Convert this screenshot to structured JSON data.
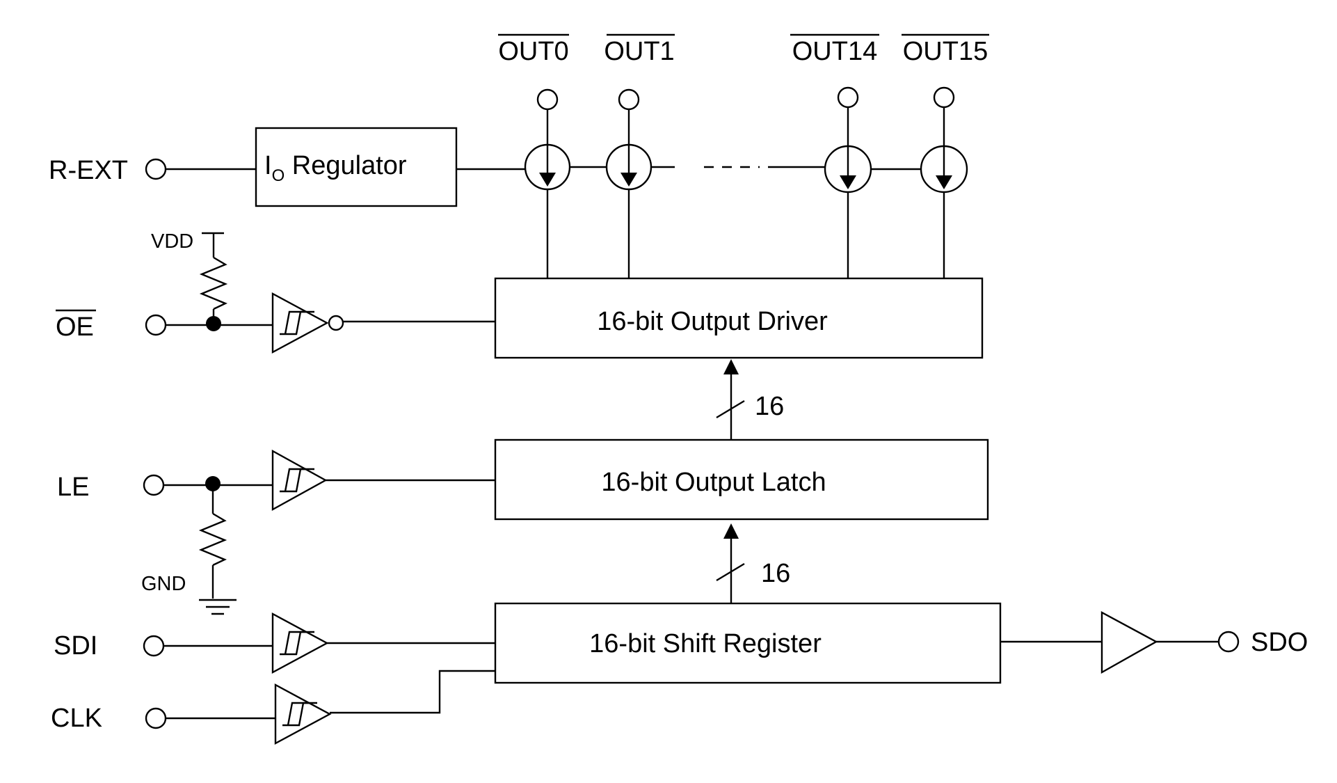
{
  "inputs": {
    "rext": "R-EXT",
    "oe": "OE",
    "le": "LE",
    "sdi": "SDI",
    "clk": "CLK"
  },
  "outputs": {
    "out0": "OUT0",
    "out1": "OUT1",
    "out14": "OUT14",
    "out15": "OUT15",
    "sdo": "SDO"
  },
  "power": {
    "vdd": "VDD",
    "gnd": "GND"
  },
  "blocks": {
    "regulator_main": "I",
    "regulator_sub": "O",
    "regulator_rest": " Regulator",
    "output_driver": "16-bit Output Driver",
    "output_latch": "16-bit Output Latch",
    "shift_register": "16-bit Shift Register"
  },
  "buses": {
    "latch_to_driver": "16",
    "shift_to_latch": "16"
  }
}
